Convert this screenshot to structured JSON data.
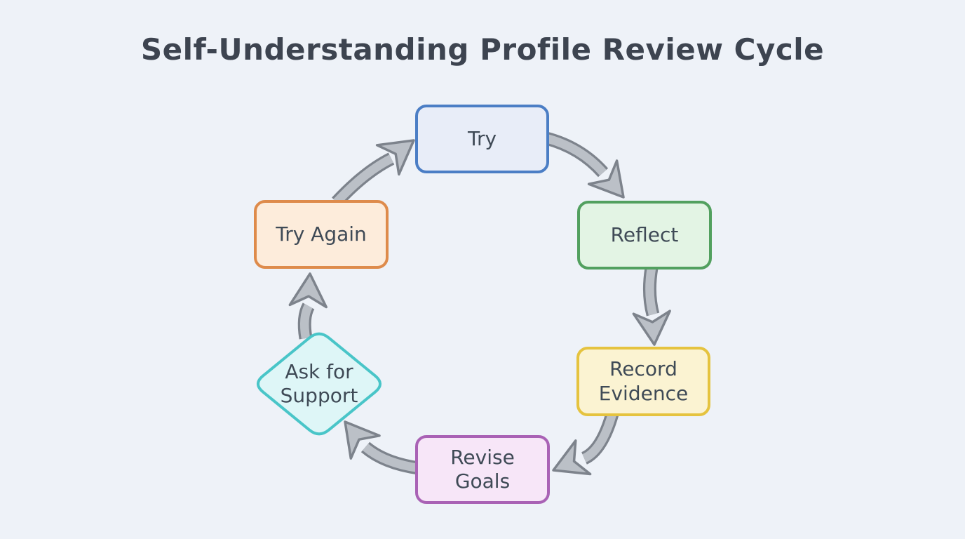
{
  "title": "Self-Understanding Profile Review Cycle",
  "colors": {
    "background": "#eef2f8",
    "title_text": "#3d4450",
    "node_text": "#3f4a56",
    "arrow_fill": "#bbc0c7",
    "arrow_outline": "#7d838c"
  },
  "nodes": [
    {
      "id": "try",
      "label": "Try",
      "shape": "rounded-rect",
      "fill": "#e8edf8",
      "border": "#4b7ec5"
    },
    {
      "id": "reflect",
      "label": "Reflect",
      "shape": "rounded-rect",
      "fill": "#e3f4e4",
      "border": "#52a05f"
    },
    {
      "id": "record-evidence",
      "label": "Record\nEvidence",
      "shape": "rounded-rect",
      "fill": "#fbf3d2",
      "border": "#e5c33f"
    },
    {
      "id": "revise-goals",
      "label": "Revise\nGoals",
      "shape": "rounded-rect",
      "fill": "#f7e6f8",
      "border": "#a962b5"
    },
    {
      "id": "ask-for-support",
      "label": "Ask for\nSupport",
      "shape": "diamond",
      "fill": "#def6f7",
      "border": "#49c5c8"
    },
    {
      "id": "try-again",
      "label": "Try Again",
      "shape": "rounded-rect",
      "fill": "#fdecdb",
      "border": "#de8b4b"
    }
  ],
  "edges": [
    {
      "from": "try",
      "to": "reflect"
    },
    {
      "from": "reflect",
      "to": "record-evidence"
    },
    {
      "from": "record-evidence",
      "to": "revise-goals"
    },
    {
      "from": "revise-goals",
      "to": "ask-for-support"
    },
    {
      "from": "ask-for-support",
      "to": "try-again"
    },
    {
      "from": "try-again",
      "to": "try"
    }
  ]
}
